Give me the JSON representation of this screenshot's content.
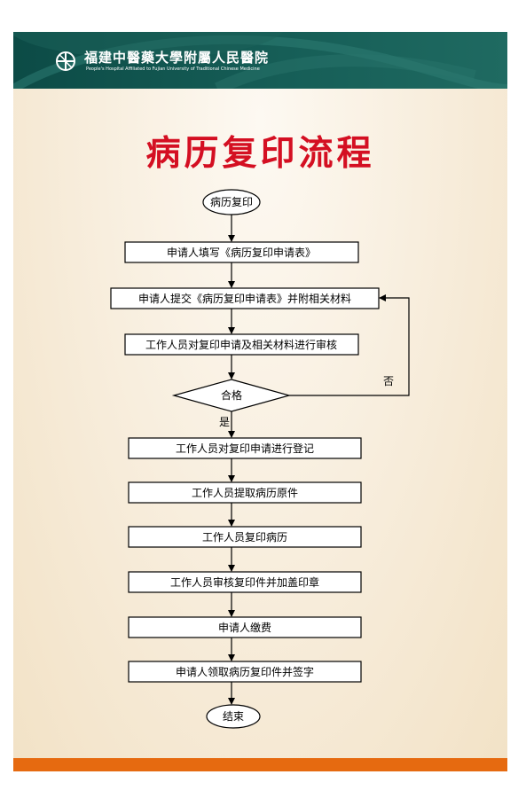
{
  "hospital": {
    "name_cn": "福建中醫藥大學附屬人民醫院",
    "name_en": "People's Hospital Affiliated to Fujian University of Traditional Chinese Medicine"
  },
  "title": "病历复印流程",
  "flow": {
    "start": "病历复印",
    "step1": "申请人填写《病历复印申请表》",
    "step2": "申请人提交《病历复印申请表》并附相关材料",
    "step3": "工作人员对复印申请及相关材料进行审核",
    "decision": "合格",
    "no_label": "否",
    "yes_label": "是",
    "step4": "工作人员对复印申请进行登记",
    "step5": "工作人员提取病历原件",
    "step6": "工作人员复印病历",
    "step7": "工作人员审核复印件并加盖印章",
    "step8": "申请人缴费",
    "step9": "申请人领取病历复印件并签字",
    "end": "结束"
  },
  "colors": {
    "header": "#0c4b46",
    "title": "#d40f22",
    "footer": "#e66a10"
  }
}
